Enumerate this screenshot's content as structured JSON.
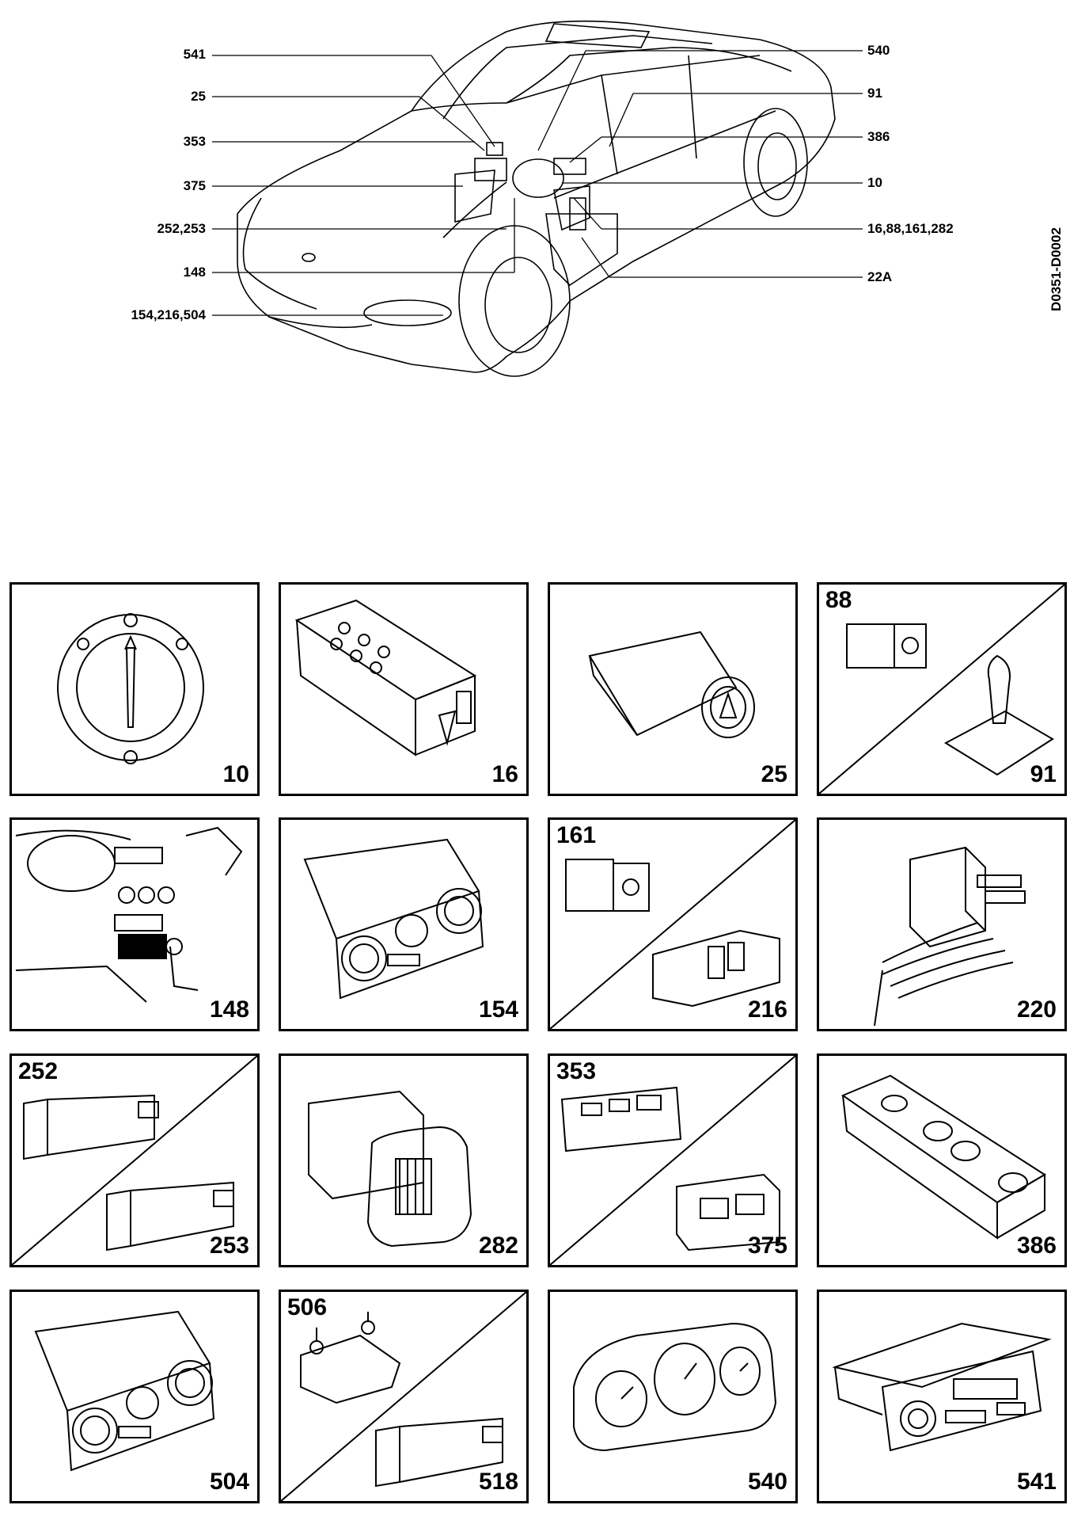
{
  "overview": {
    "callouts_left": [
      "541",
      "25",
      "353",
      "375",
      "252,253",
      "148",
      "154,216,504"
    ],
    "callouts_right": [
      "540",
      "91",
      "386",
      "10",
      "16,88,161,282",
      "22A"
    ],
    "drawing_code": "D0351-D0002"
  },
  "panels": [
    {
      "id": "p10",
      "labels": [
        "10"
      ],
      "icon": "light-switch-icon"
    },
    {
      "id": "p16",
      "labels": [
        "16"
      ],
      "icon": "switch-panel-icon"
    },
    {
      "id": "p25",
      "labels": [
        "25"
      ],
      "icon": "hazard-switch-icon"
    },
    {
      "id": "p88-91",
      "labels": [
        "88",
        "91"
      ],
      "icon": "fog-switch-and-gear-selector-icon"
    },
    {
      "id": "p148",
      "labels": [
        "148"
      ],
      "icon": "dashboard-interior-icon"
    },
    {
      "id": "p154",
      "labels": [
        "154"
      ],
      "icon": "climate-control-unit-icon"
    },
    {
      "id": "p161-216",
      "labels": [
        "161",
        "216"
      ],
      "icon": "fog-switch-and-acc-panel-icon"
    },
    {
      "id": "p220",
      "labels": [
        "220"
      ],
      "icon": "connector-harness-icon"
    },
    {
      "id": "p252-253",
      "labels": [
        "252",
        "253"
      ],
      "icon": "rocker-switches-icon"
    },
    {
      "id": "p282",
      "labels": [
        "282"
      ],
      "icon": "dimmer-rheostat-icon"
    },
    {
      "id": "p353-375",
      "labels": [
        "353",
        "375"
      ],
      "icon": "acc-panel-and-connector-icon"
    },
    {
      "id": "p386",
      "labels": [
        "386"
      ],
      "icon": "window-switch-panel-icon"
    },
    {
      "id": "p504",
      "labels": [
        "504"
      ],
      "icon": "climate-control-unit-icon"
    },
    {
      "id": "p506-518",
      "labels": [
        "506",
        "518"
      ],
      "icon": "actuator-and-switch-icon"
    },
    {
      "id": "p540",
      "labels": [
        "540"
      ],
      "icon": "instrument-cluster-icon"
    },
    {
      "id": "p541",
      "labels": [
        "541"
      ],
      "icon": "radio-unit-icon"
    }
  ]
}
